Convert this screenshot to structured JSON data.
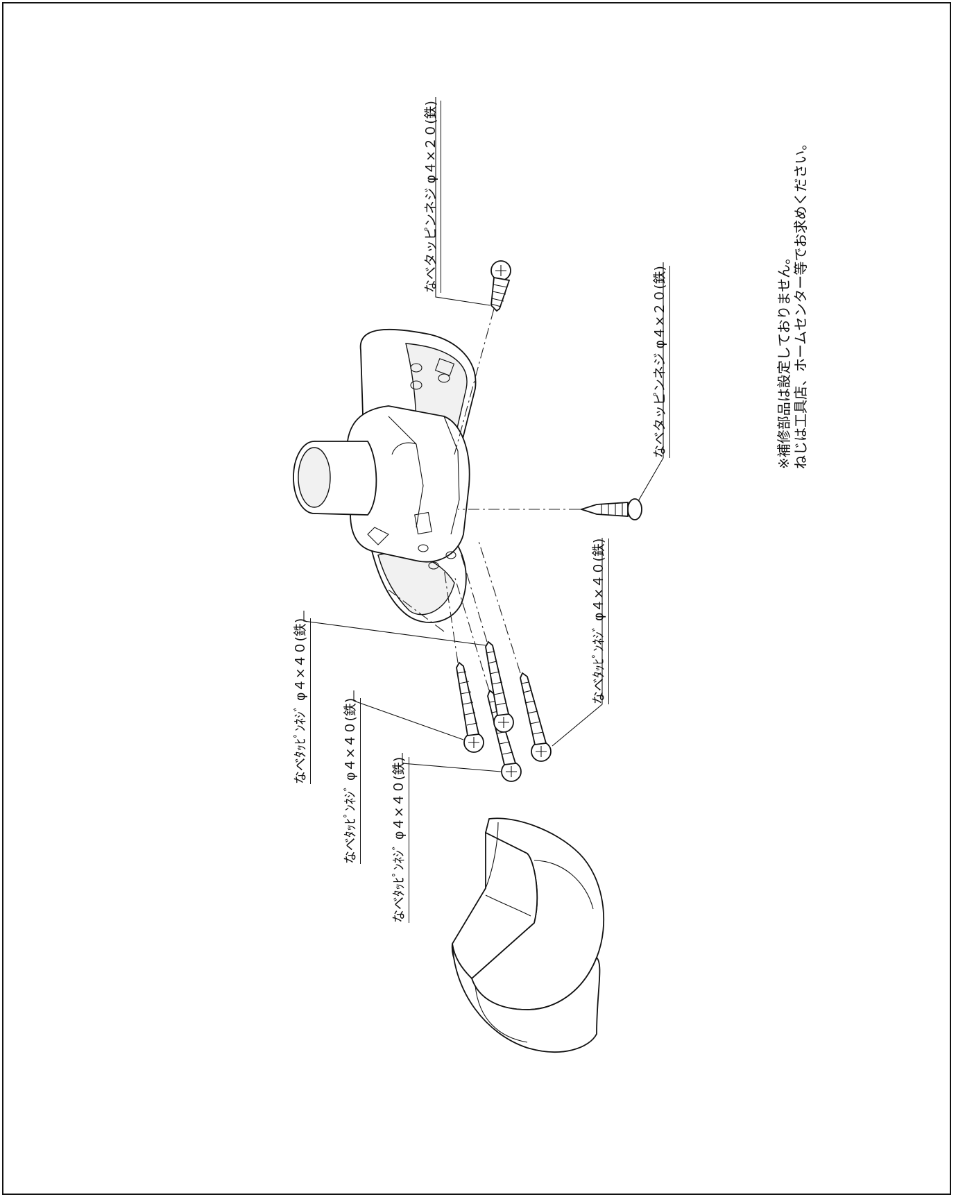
{
  "labels": {
    "screw_20_top": "なべタッピンネジ φ４×２０(鉄)",
    "screw_20_right": "なべタッピンネジ φ４×２０(鉄)",
    "screw_40_a": "なべﾀｯﾋﾟﾝﾈｼﾞ φ４×４０(鉄)",
    "screw_40_b": "なべﾀｯﾋﾟﾝﾈｼﾞ φ４×４０(鉄)",
    "screw_40_c": "なべﾀｯﾋﾟﾝﾈｼﾞ φ４×４０(鉄)",
    "screw_40_d": "なべﾀｯﾋﾟﾝﾈｼﾞ φ４×４０(鉄)"
  },
  "note": {
    "line1": "※補修部品は設定しておりません。",
    "line2": "ねじは工具店、ホームセンター等でお求めください。"
  }
}
